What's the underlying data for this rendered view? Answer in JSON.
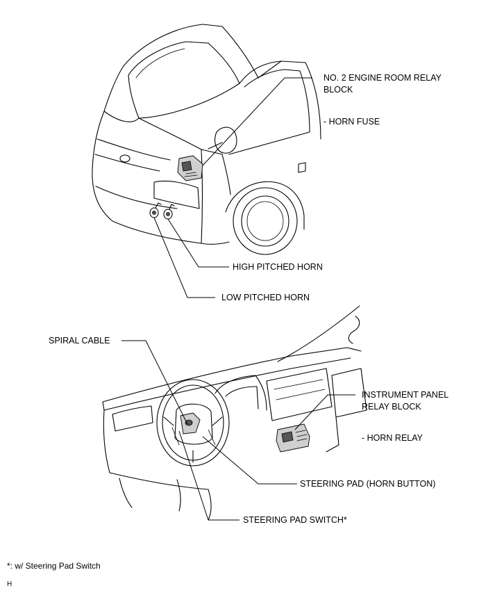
{
  "callouts": {
    "relay_block": "NO. 2 ENGINE ROOM RELAY BLOCK",
    "relay_block_line1": "NO. 2 ENGINE ROOM RELAY",
    "relay_block_line2": "BLOCK",
    "horn_fuse": "- HORN FUSE",
    "high_horn": "HIGH PITCHED HORN",
    "low_horn": "LOW PITCHED HORN",
    "spiral_cable": "SPIRAL CABLE",
    "ip_relay_line1": "INSTRUMENT PANEL",
    "ip_relay_line2": "RELAY BLOCK",
    "horn_relay": "- HORN RELAY",
    "steering_pad": "STEERING PAD (HORN BUTTON)",
    "steering_pad_switch": "STEERING PAD SWITCH*"
  },
  "footnote": "*: w/ Steering Pad Switch",
  "corner_mark": "H"
}
